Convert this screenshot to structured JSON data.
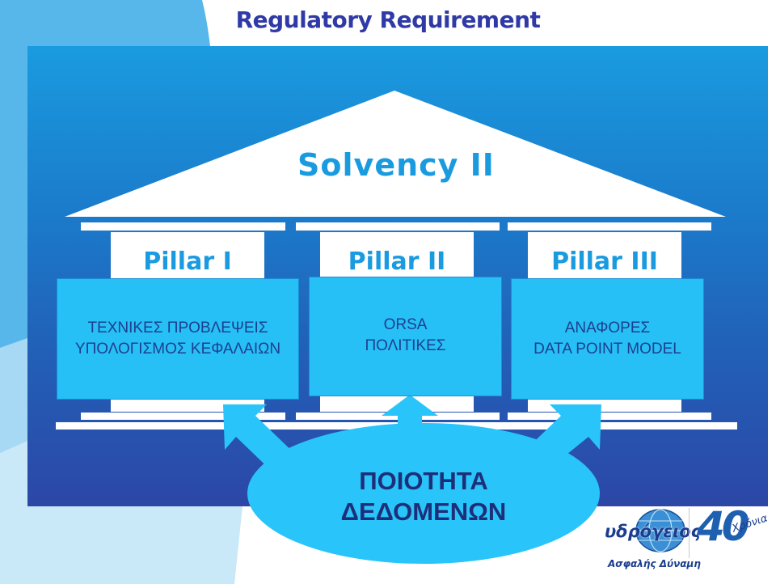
{
  "title": "Regulatory Requirement",
  "temple": {
    "roof_label": "Solvency II",
    "pillars": [
      {
        "label": "Pillar I",
        "box_lines": [
          "ΤΕΧΝΙΚΕΣ ΠΡΟΒΛΕΨΕΙΣ",
          "ΥΠΟΛΟΓΙΣΜΟΣ ΚΕΦΑΛΑΙΩΝ"
        ]
      },
      {
        "label": "Pillar II",
        "box_lines": [
          "ORSA",
          "ΠΟΛΙΤΙΚΕΣ"
        ]
      },
      {
        "label": "Pillar III",
        "box_lines": [
          "ΑΝΑΦΟΡΕΣ",
          "DATA POINT MODEL"
        ]
      }
    ]
  },
  "foundation": {
    "lines": [
      "ΠΟΙΟΤΗΤΑ",
      "ΔΕΔΟΜΕΝΩΝ"
    ]
  },
  "logos": {
    "company_name": "υδρόγειος",
    "company_tagline": "Ασφαλής Δύναμη",
    "anniversary_number": "40",
    "anniversary_word": "Χρόνια"
  },
  "colors": {
    "title": "#2f3aa6",
    "panel_top": "#1a9be0",
    "panel_bottom": "#2c47a6",
    "box_fill": "#26c0f7",
    "box_text": "#1d3f8f",
    "ellipse_fill": "#29c4fa",
    "temple_white": "#ffffff"
  }
}
